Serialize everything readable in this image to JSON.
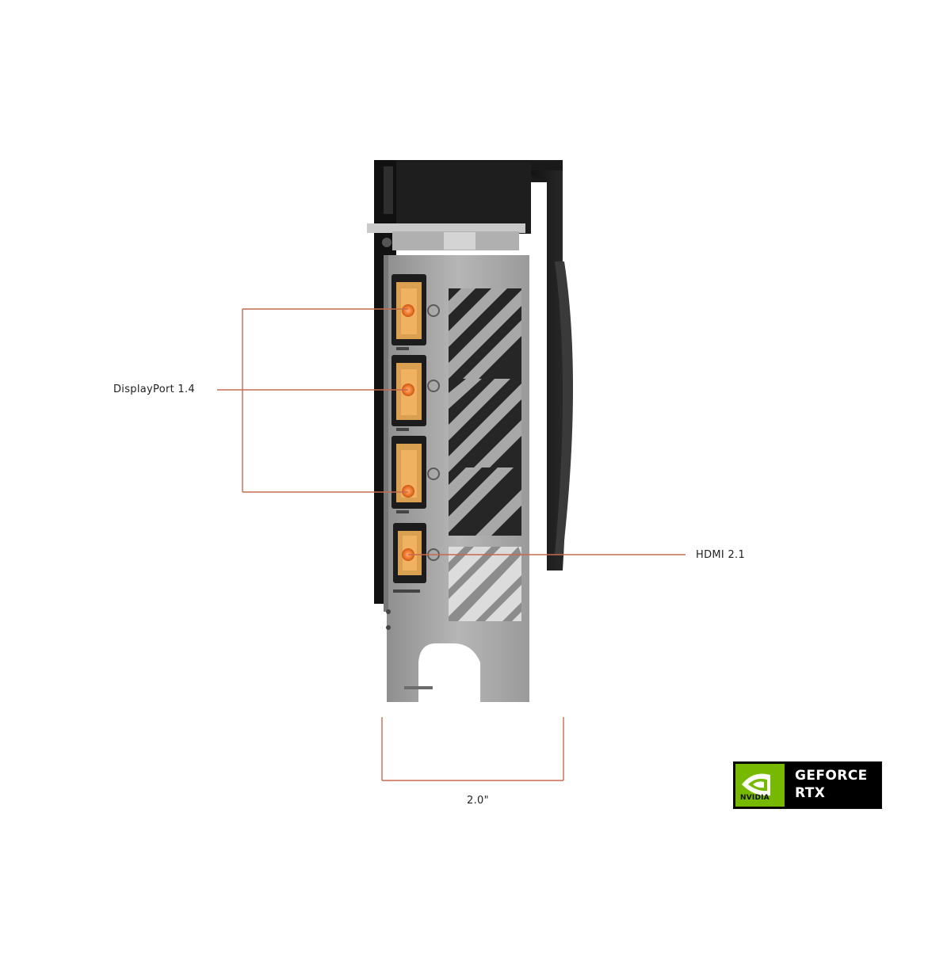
{
  "callouts": {
    "displayport": "DisplayPort 1.4",
    "hdmi": "HDMI 2.1",
    "width": "2.0\""
  },
  "badge": {
    "brand_word": "NVIDIA",
    "line1": "GEFORCE",
    "line2": "RTX"
  },
  "colors": {
    "accent_orange": "#e8711c",
    "callout_line": "#c86a4e",
    "nvidia_green": "#76b900",
    "bracket_silver": "#a9a9a9",
    "cooler_black": "#151515"
  }
}
